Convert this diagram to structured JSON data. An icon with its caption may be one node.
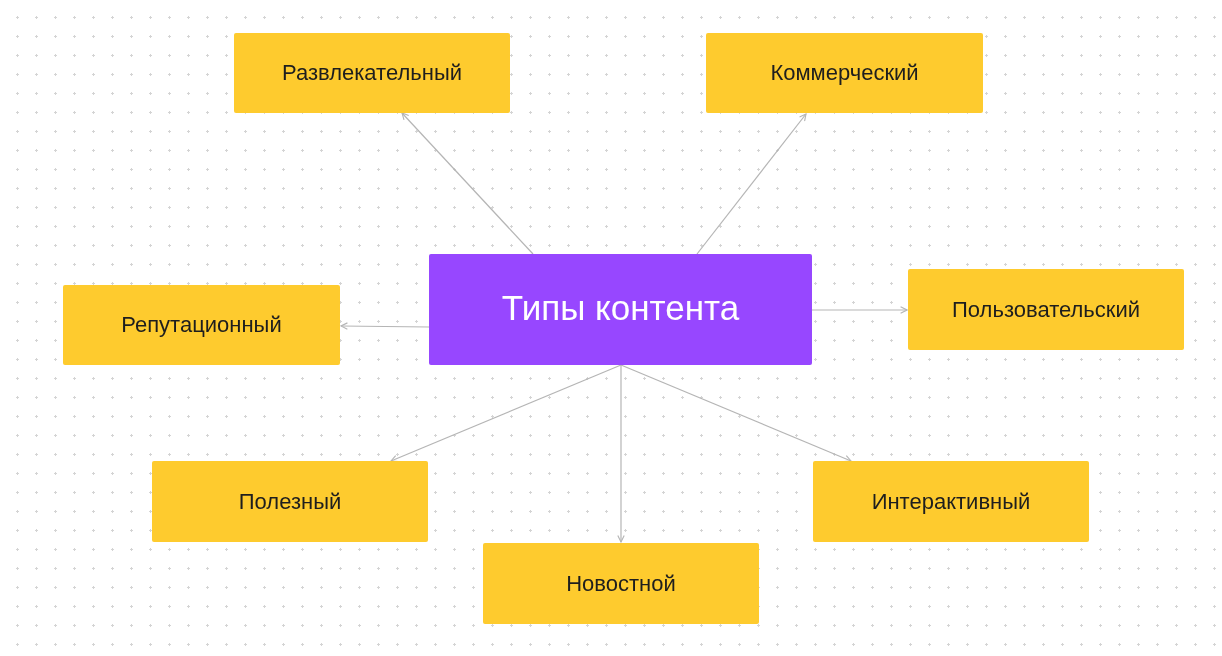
{
  "diagram": {
    "nodes": [
      {
        "text": [
          "Типы контента"
        ]
      },
      {
        "text": [
          "Развлекательный"
        ]
      },
      {
        "text": [
          "Коммерческий"
        ]
      },
      {
        "text": [
          "Репутационный"
        ]
      },
      {
        "text": [
          "Пользовательский"
        ]
      },
      {
        "text": [
          "Полезный"
        ]
      },
      {
        "text": [
          "Новостной"
        ]
      },
      {
        "text": [
          "Интерактивный"
        ]
      }
    ],
    "edges": [
      {
        "from": 0,
        "to": 1,
        "arrow": "to"
      },
      {
        "from": 0,
        "to": 2,
        "arrow": "to"
      },
      {
        "from": 0,
        "to": 3,
        "arrow": "to"
      },
      {
        "from": 0,
        "to": 4,
        "arrow": "to"
      },
      {
        "from": 0,
        "to": 5,
        "arrow": "to"
      },
      {
        "from": 0,
        "to": 6,
        "arrow": "to"
      },
      {
        "from": 0,
        "to": 7,
        "arrow": "to"
      }
    ]
  }
}
